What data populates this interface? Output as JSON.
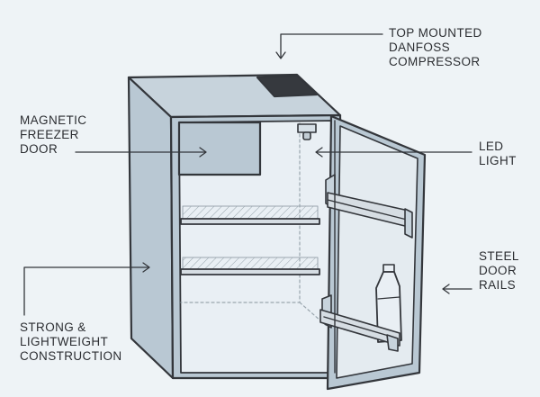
{
  "labels": {
    "compressor": [
      "TOP MOUNTED",
      "DANFOSS",
      "COMPRESSOR"
    ],
    "freezer": [
      "MAGNETIC",
      "FREEZER",
      "DOOR"
    ],
    "led": [
      "LED",
      "LIGHT"
    ],
    "rails": [
      "STEEL",
      "DOOR",
      "RAILS"
    ],
    "construction": [
      "STRONG &",
      "LIGHTWEIGHT",
      "CONSTRUCTION"
    ]
  },
  "colors": {
    "background": "#eef3f6",
    "body_fill": "#b9c8d3",
    "interior_fill": "#e9eff4",
    "outline": "#33363b",
    "compressor": "#36393e",
    "shelf_glass": "#d6dde3"
  }
}
